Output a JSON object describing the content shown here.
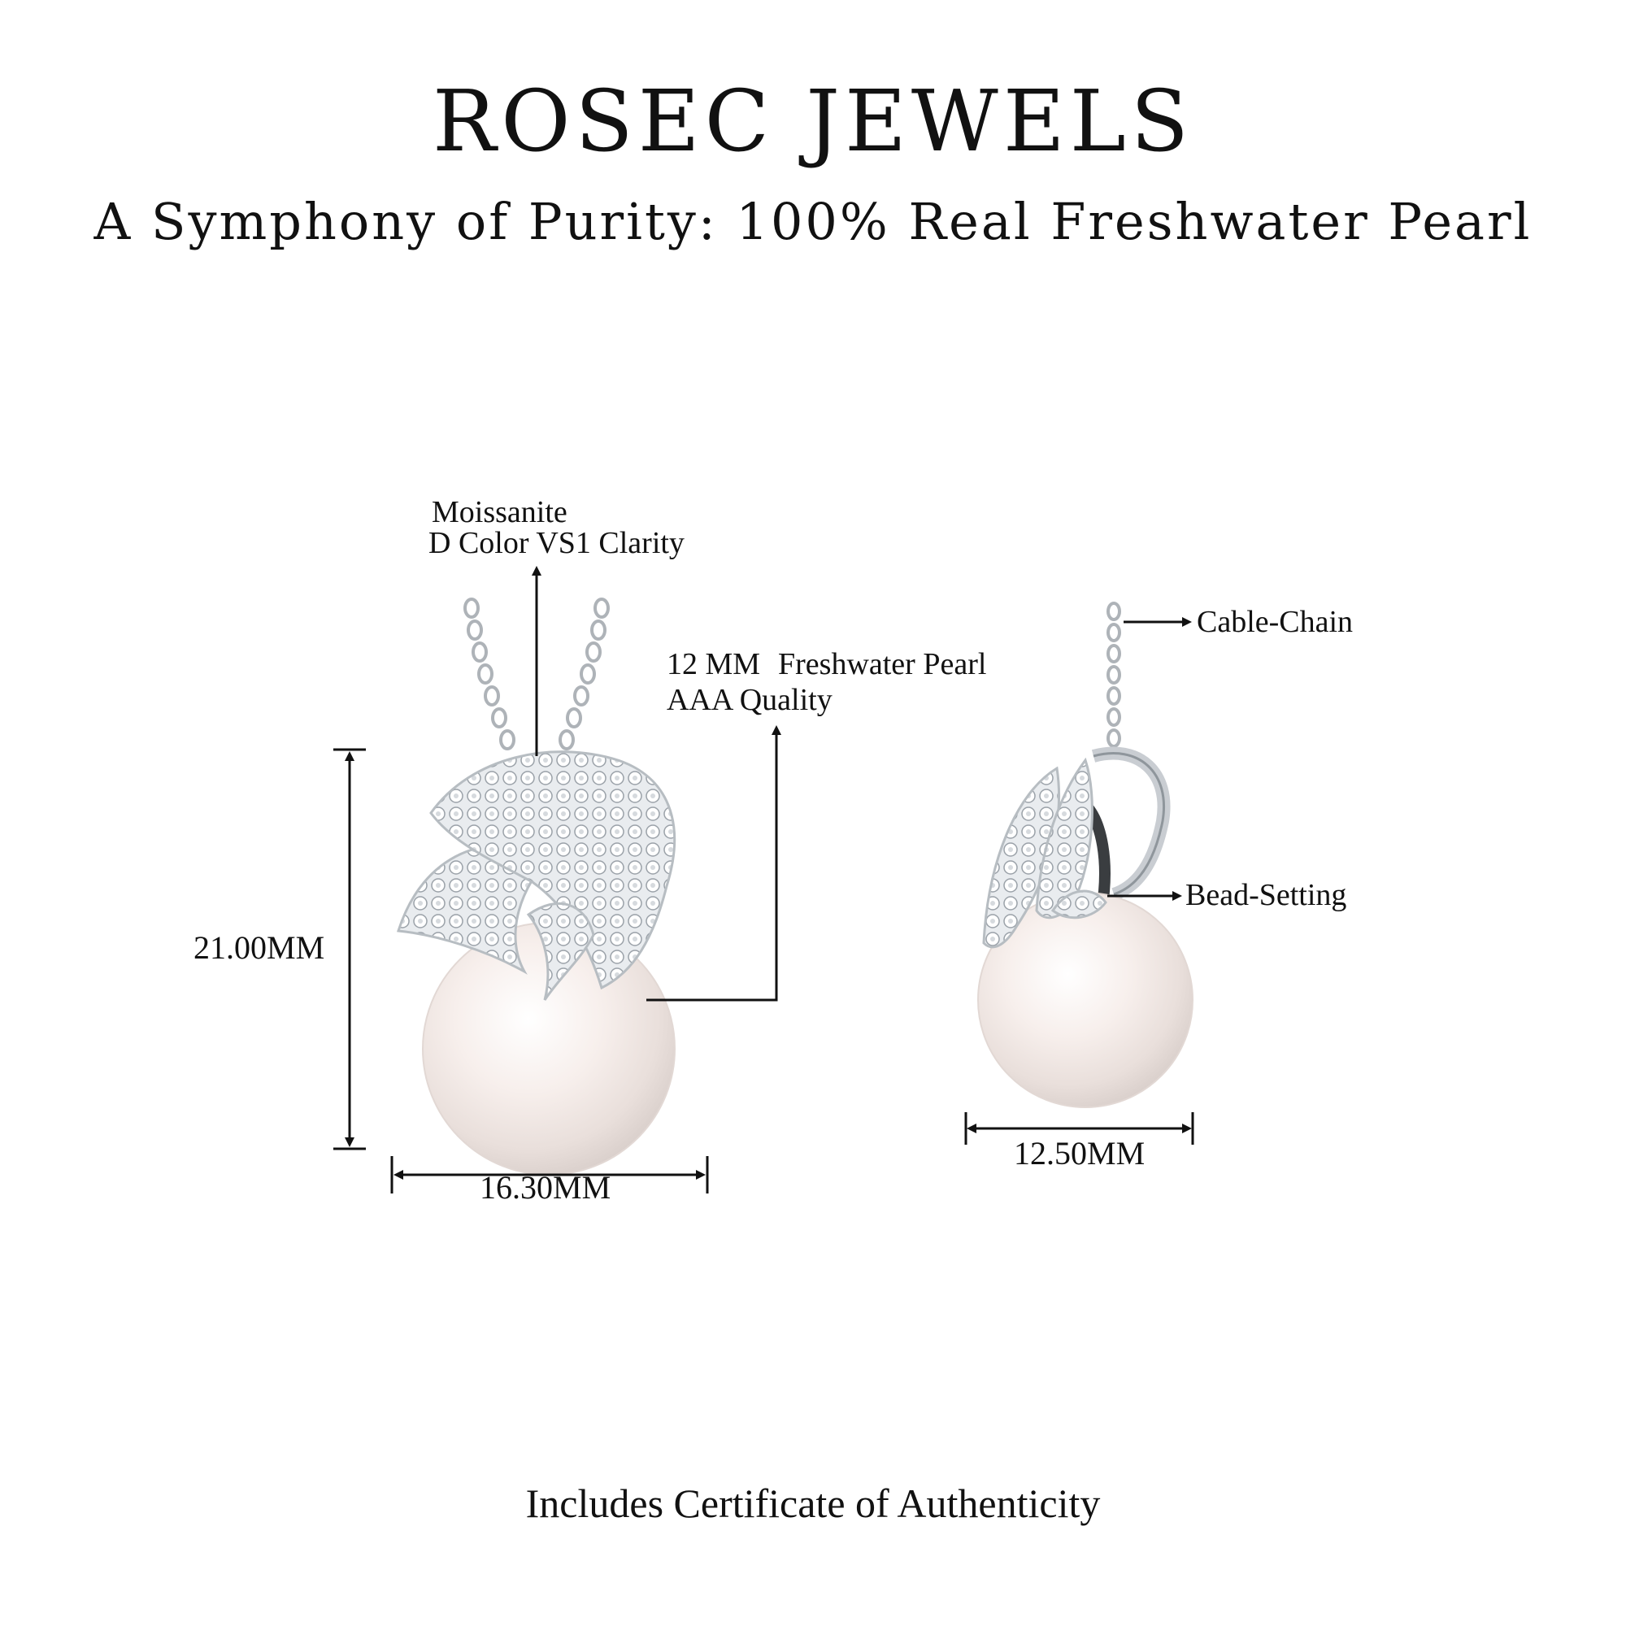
{
  "header": {
    "brand": "ROSEC JEWELS",
    "tagline": "A Symphony of Purity: 100% Real Freshwater Pearl"
  },
  "front_view": {
    "stone_label_line1": "Moissanite",
    "stone_label_line2": "D Color VS1 Clarity",
    "pearl_label_size": "12 MM",
    "pearl_label_type": "Freshwater Pearl",
    "pearl_label_quality": "AAA Quality",
    "height_dimension": "21.00MM",
    "width_dimension": "16.30MM"
  },
  "side_view": {
    "chain_label": "Cable-Chain",
    "setting_label": "Bead-Setting",
    "width_dimension": "12.50MM"
  },
  "footer": {
    "note": "Includes Certificate of Authenticity"
  },
  "colors": {
    "text": "#111111",
    "pearl": "#f6f1ee",
    "metal": "#c9cdd2"
  }
}
